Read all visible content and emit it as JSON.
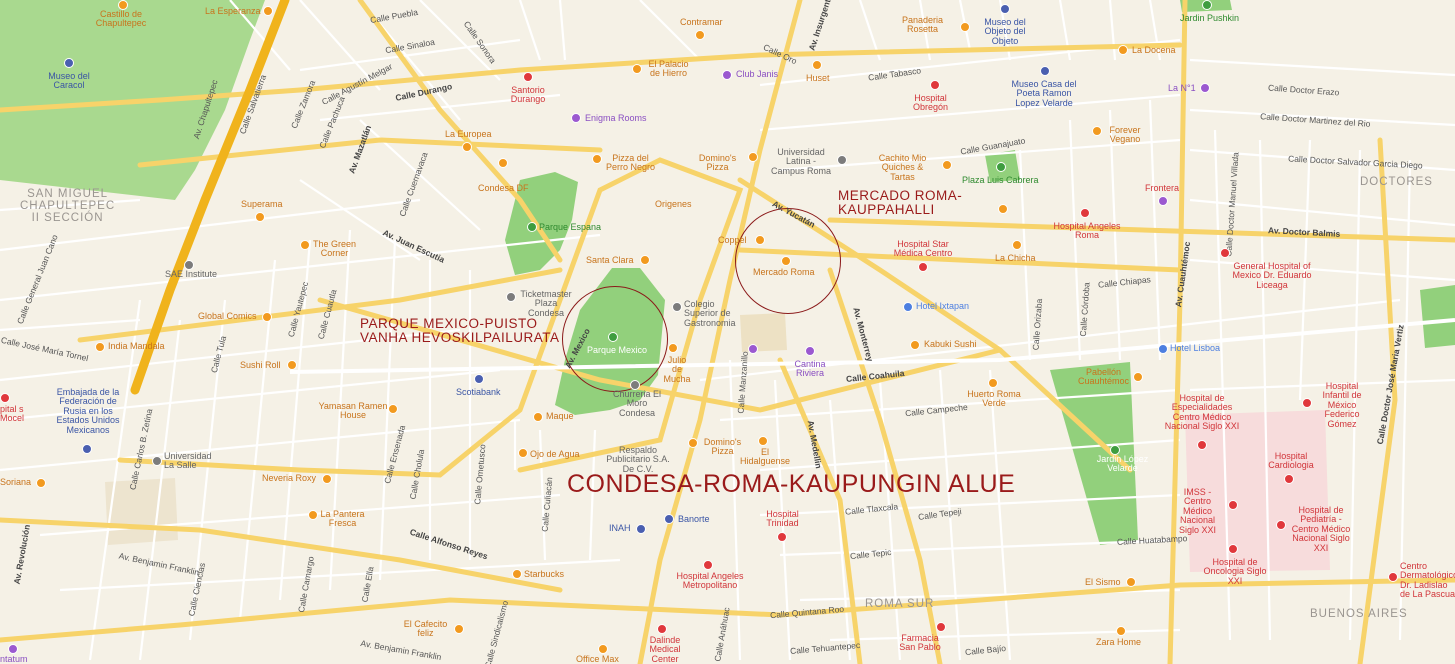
{
  "map_title": "CONDESA-ROMA-KAUPUNGIN ALUE",
  "annotations": {
    "mercado": [
      "MERCADO ROMA-",
      "KAUPPAHALLI"
    ],
    "parque": [
      "PARQUE MEXICO-PUISTO",
      "VANHA HEVOSKILPAILURATA"
    ],
    "area": "CONDESA-ROMA-KAUPUNGIN ALUE"
  },
  "districts": [
    "SAN MIGUEL",
    "CHAPULTEPEC",
    "II SECCIÓN",
    "DOCTORES",
    "ROMA SUR",
    "BUENOS AIRES"
  ],
  "parks": [
    "Parque Espana",
    "Parque Mexico",
    "Plaza Luis Cabrera",
    "Jardin López Velarde",
    "Jardin Pushkin"
  ],
  "streets": [
    "Av. Chapultepec",
    "Calle Durango",
    "Calle Puebla",
    "Calle Sinaloa",
    "Calle Agustín Melgar",
    "Calle Sonora",
    "Av. Insurgentes",
    "Calle Oro",
    "Calle Tabasco",
    "Calle Guanajuato",
    "Calle Doctor Erazo",
    "Calle Doctor Martinez del Rio",
    "Calle Doctor Salvador Garcia Diego",
    "Av. Yucatán",
    "Av. Juan Escutia",
    "Av. Doctor Balmis",
    "Calle Chiapas",
    "Av. Monterrey",
    "Calle Coahuila",
    "Calle Campeche",
    "Av. Mexico",
    "Av. Medellin",
    "Calle Tlaxcala",
    "Calle Tepeji",
    "Calle Huatabampo",
    "Calle Tepic",
    "Av. Cuauhtémoc",
    "Calle Doctor José Maria Vertiz",
    "Calle Alfonso Reyes",
    "Av. Benjamin Franklin",
    "Calle Quintana Roo",
    "Calle Tehuantepec",
    "Av. Revolución",
    "Calle Bajío",
    "Av. Mazatlán",
    "Calle Salvatierra",
    "Calle José María Tornel",
    "Calle Tula",
    "Calle Carlos B. Zetina",
    "Calle Ciencias",
    "Calle Zamora",
    "Calle Pachuca",
    "Calle Cuernavaca",
    "Calle Yautepec",
    "Calle Cuautla",
    "Calle General Juan Cano",
    "Calle Ensenada",
    "Calle Cholula",
    "Calle Ometusco",
    "Calle Culiacán",
    "Calle Manzanillo",
    "Calle Orizaba",
    "Calle Córdoba",
    "Calle Doctor Manuel Villada",
    "Calle Camargo",
    "Calle Ella",
    "Calle Sindicalismo",
    "Calle Anáhuac"
  ],
  "pois": [
    {
      "name": "Castillo de Chapultepec",
      "color": "orange"
    },
    {
      "name": "Museo del Caracol",
      "color": "blue"
    },
    {
      "name": "La Esperanza",
      "color": "orange"
    },
    {
      "name": "Santorio Durango",
      "color": "red"
    },
    {
      "name": "Contramar",
      "color": "orange"
    },
    {
      "name": "El Palacio de Hierro",
      "color": "orange"
    },
    {
      "name": "Club Janis",
      "color": "purple"
    },
    {
      "name": "Huset",
      "color": "orange"
    },
    {
      "name": "Panaderia Rosetta",
      "color": "orange"
    },
    {
      "name": "Museo del Objeto del Objeto",
      "color": "blue"
    },
    {
      "name": "La Docena",
      "color": "orange"
    },
    {
      "name": "La N°1",
      "color": "purple"
    },
    {
      "name": "Museo Casa del Poeta Ramon Lopez Velarde",
      "color": "blue"
    },
    {
      "name": "Hospital Obregón",
      "color": "red"
    },
    {
      "name": "Enigma Rooms",
      "color": "purple"
    },
    {
      "name": "La Europea",
      "color": "orange"
    },
    {
      "name": "Forever Vegano",
      "color": "orange"
    },
    {
      "name": "Pizza del Perro Negro",
      "color": "orange"
    },
    {
      "name": "Domino's Pizza",
      "color": "orange"
    },
    {
      "name": "Universidad Latina - Campus Roma",
      "color": "gray"
    },
    {
      "name": "Cachito Mio Quiches & Tartas",
      "color": "orange"
    },
    {
      "name": "Condesa DF",
      "color": "orange"
    },
    {
      "name": "Frontera",
      "color": "purple"
    },
    {
      "name": "Superama",
      "color": "orange"
    },
    {
      "name": "Origenes",
      "color": "orange"
    },
    {
      "name": "Hospital Angeles Roma",
      "color": "red"
    },
    {
      "name": "The Green Corner",
      "color": "orange"
    },
    {
      "name": "Coppel",
      "color": "orange"
    },
    {
      "name": "Mercado Roma",
      "color": "orange"
    },
    {
      "name": "Hospital Star Médica Centro",
      "color": "red"
    },
    {
      "name": "La Chicha",
      "color": "orange"
    },
    {
      "name": "General Hospital of Mexico Dr. Eduardo Liceaga",
      "color": "red"
    },
    {
      "name": "SAE Institute",
      "color": "gray"
    },
    {
      "name": "Santa Clara",
      "color": "orange"
    },
    {
      "name": "Ticketmaster Plaza Condesa",
      "color": "gray"
    },
    {
      "name": "Colegio Superior de Gastronomia",
      "color": "gray"
    },
    {
      "name": "Hotel Ixtapan",
      "color": "lblue"
    },
    {
      "name": "Global Comics",
      "color": "orange"
    },
    {
      "name": "India Mandala",
      "color": "orange"
    },
    {
      "name": "Julio de Mucha",
      "color": "orange"
    },
    {
      "name": "Cantina Riviera",
      "color": "purple"
    },
    {
      "name": "Kabuki Sushi",
      "color": "orange"
    },
    {
      "name": "Hotel Lisboa",
      "color": "lblue"
    },
    {
      "name": "Sushi Roll",
      "color": "orange"
    },
    {
      "name": "Scotiabank",
      "color": "blue"
    },
    {
      "name": "Pabellón Cuauhtémoc",
      "color": "orange"
    },
    {
      "name": "Huerto Roma Verde",
      "color": "orange"
    },
    {
      "name": "Embajada de la Federación de Rusia en los Estados Unidos Mexicanos",
      "color": "blue"
    },
    {
      "name": "Yamasan Ramen House",
      "color": "orange"
    },
    {
      "name": "Maque",
      "color": "orange"
    },
    {
      "name": "Churreria El Moro Condesa",
      "color": "gray"
    },
    {
      "name": "Hospital de Especialidades Centro Médico Nacional Siglo XXI",
      "color": "red"
    },
    {
      "name": "Hospital Infantil de México Federico Gómez",
      "color": "red"
    },
    {
      "name": "Universidad La Salle",
      "color": "gray"
    },
    {
      "name": "Ojo de Agua",
      "color": "orange"
    },
    {
      "name": "Respaldo Publicitario S.A. De C.V.",
      "color": "gray"
    },
    {
      "name": "Domino's Pizza",
      "color": "orange"
    },
    {
      "name": "El Hidalguense",
      "color": "orange"
    },
    {
      "name": "Hospital Cardiologia",
      "color": "red"
    },
    {
      "name": "Soriana",
      "color": "orange"
    },
    {
      "name": "Neveria Roxy",
      "color": "orange"
    },
    {
      "name": "IMSS - Centro Médico Nacional Siglo XXI",
      "color": "red"
    },
    {
      "name": "La Pantera Fresca",
      "color": "orange"
    },
    {
      "name": "Hospital Trinidad",
      "color": "red"
    },
    {
      "name": "Hospital de Pediatría - Centro Médico Nacional Siglo XXI",
      "color": "red"
    },
    {
      "name": "INAH",
      "color": "blue"
    },
    {
      "name": "Banorte",
      "color": "blue"
    },
    {
      "name": "Starbucks",
      "color": "orange"
    },
    {
      "name": "Hospital de Oncologia Siglo XXI",
      "color": "red"
    },
    {
      "name": "Hospital Angeles Metropolitano",
      "color": "red"
    },
    {
      "name": "El Sismo",
      "color": "orange"
    },
    {
      "name": "Centro Dermatológico Dr. Ladislao de La Pascua",
      "color": "red"
    },
    {
      "name": "El Cafecito feliz",
      "color": "orange"
    },
    {
      "name": "Dalinde Medical Center",
      "color": "red"
    },
    {
      "name": "Office Max",
      "color": "orange"
    },
    {
      "name": "Farmacia San Pablo",
      "color": "red"
    },
    {
      "name": "Zara Home",
      "color": "orange"
    },
    {
      "name": "ntatum",
      "color": "purple"
    },
    {
      "name": "pital s Mocel",
      "color": "red"
    }
  ],
  "colors": {
    "background": "#f5f1e6",
    "park": "#8fcf7c",
    "hospital_area": "#f7dcdc",
    "major_road": "#f7d36a",
    "highway": "#f2b714",
    "annotation": "#9a1a1a"
  }
}
